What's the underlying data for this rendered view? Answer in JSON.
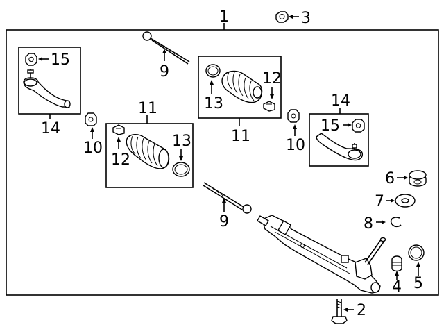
{
  "callouts": [
    {
      "id": "c1",
      "text": "1"
    },
    {
      "id": "c2",
      "text": "2"
    },
    {
      "id": "c3",
      "text": "3"
    },
    {
      "id": "c4",
      "text": "4"
    },
    {
      "id": "c5",
      "text": "5"
    },
    {
      "id": "c6",
      "text": "6"
    },
    {
      "id": "c7",
      "text": "7"
    },
    {
      "id": "c8",
      "text": "8"
    },
    {
      "id": "c9a",
      "text": "9"
    },
    {
      "id": "c9b",
      "text": "9"
    },
    {
      "id": "c10a",
      "text": "10"
    },
    {
      "id": "c10b",
      "text": "10"
    },
    {
      "id": "c11a",
      "text": "11"
    },
    {
      "id": "c11b",
      "text": "11"
    },
    {
      "id": "c12a",
      "text": "12"
    },
    {
      "id": "c12b",
      "text": "12"
    },
    {
      "id": "c13a",
      "text": "13"
    },
    {
      "id": "c13b",
      "text": "13"
    },
    {
      "id": "c14a",
      "text": "14"
    },
    {
      "id": "c14b",
      "text": "14"
    },
    {
      "id": "c15a",
      "text": "15"
    },
    {
      "id": "c15b",
      "text": "15"
    }
  ]
}
